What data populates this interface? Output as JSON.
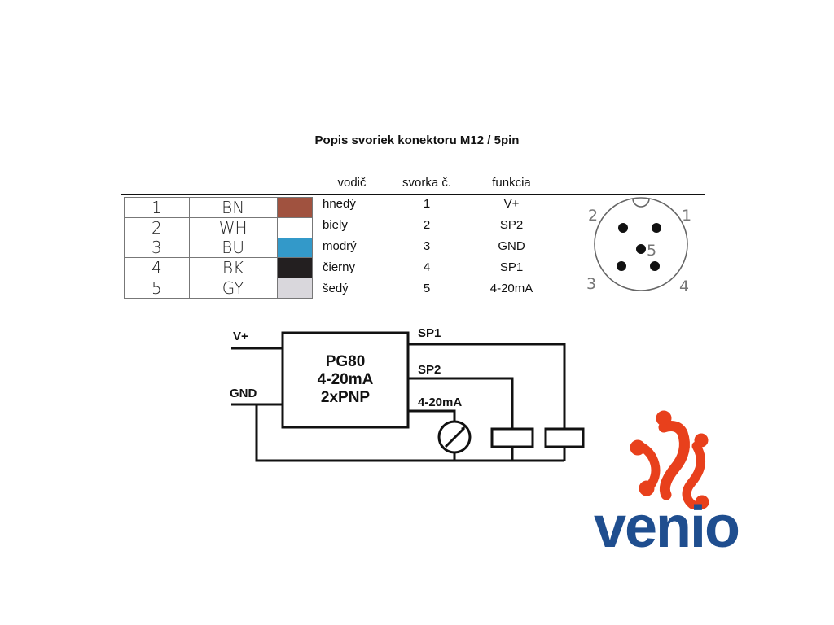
{
  "title": "Popis svoriek konektoru M12 / 5pin",
  "headers": {
    "wire": "vodič",
    "terminal": "svorka č.",
    "function": "funkcia"
  },
  "wires": [
    {
      "pin": "1",
      "code": "BN",
      "color": "#a0523f",
      "name": "hnedý",
      "terminal": "1",
      "function": "V+"
    },
    {
      "pin": "2",
      "code": "WH",
      "color": "#ffffff",
      "name": "biely",
      "terminal": "2",
      "function": "SP2"
    },
    {
      "pin": "3",
      "code": "BU",
      "color": "#3399c9",
      "name": "modrý",
      "terminal": "3",
      "function": "GND"
    },
    {
      "pin": "4",
      "code": "BK",
      "color": "#231f20",
      "name": "čierny",
      "terminal": "4",
      "function": "SP1"
    },
    {
      "pin": "5",
      "code": "GY",
      "color": "#d9d7dc",
      "name": "šedý",
      "terminal": "5",
      "function": "4-20mA"
    }
  ],
  "connector": {
    "labels": [
      "1",
      "2",
      "3",
      "4",
      "5"
    ]
  },
  "circuit": {
    "device_lines": [
      "PG80",
      "4-20mA",
      "2xPNP"
    ],
    "vplus": "V+",
    "gnd": "GND",
    "sp1": "SP1",
    "sp2": "SP2",
    "current": "4-20mA"
  },
  "logo": {
    "text": "venio",
    "color_text": "#1f4e8f",
    "color_mark": "#e8401c"
  }
}
